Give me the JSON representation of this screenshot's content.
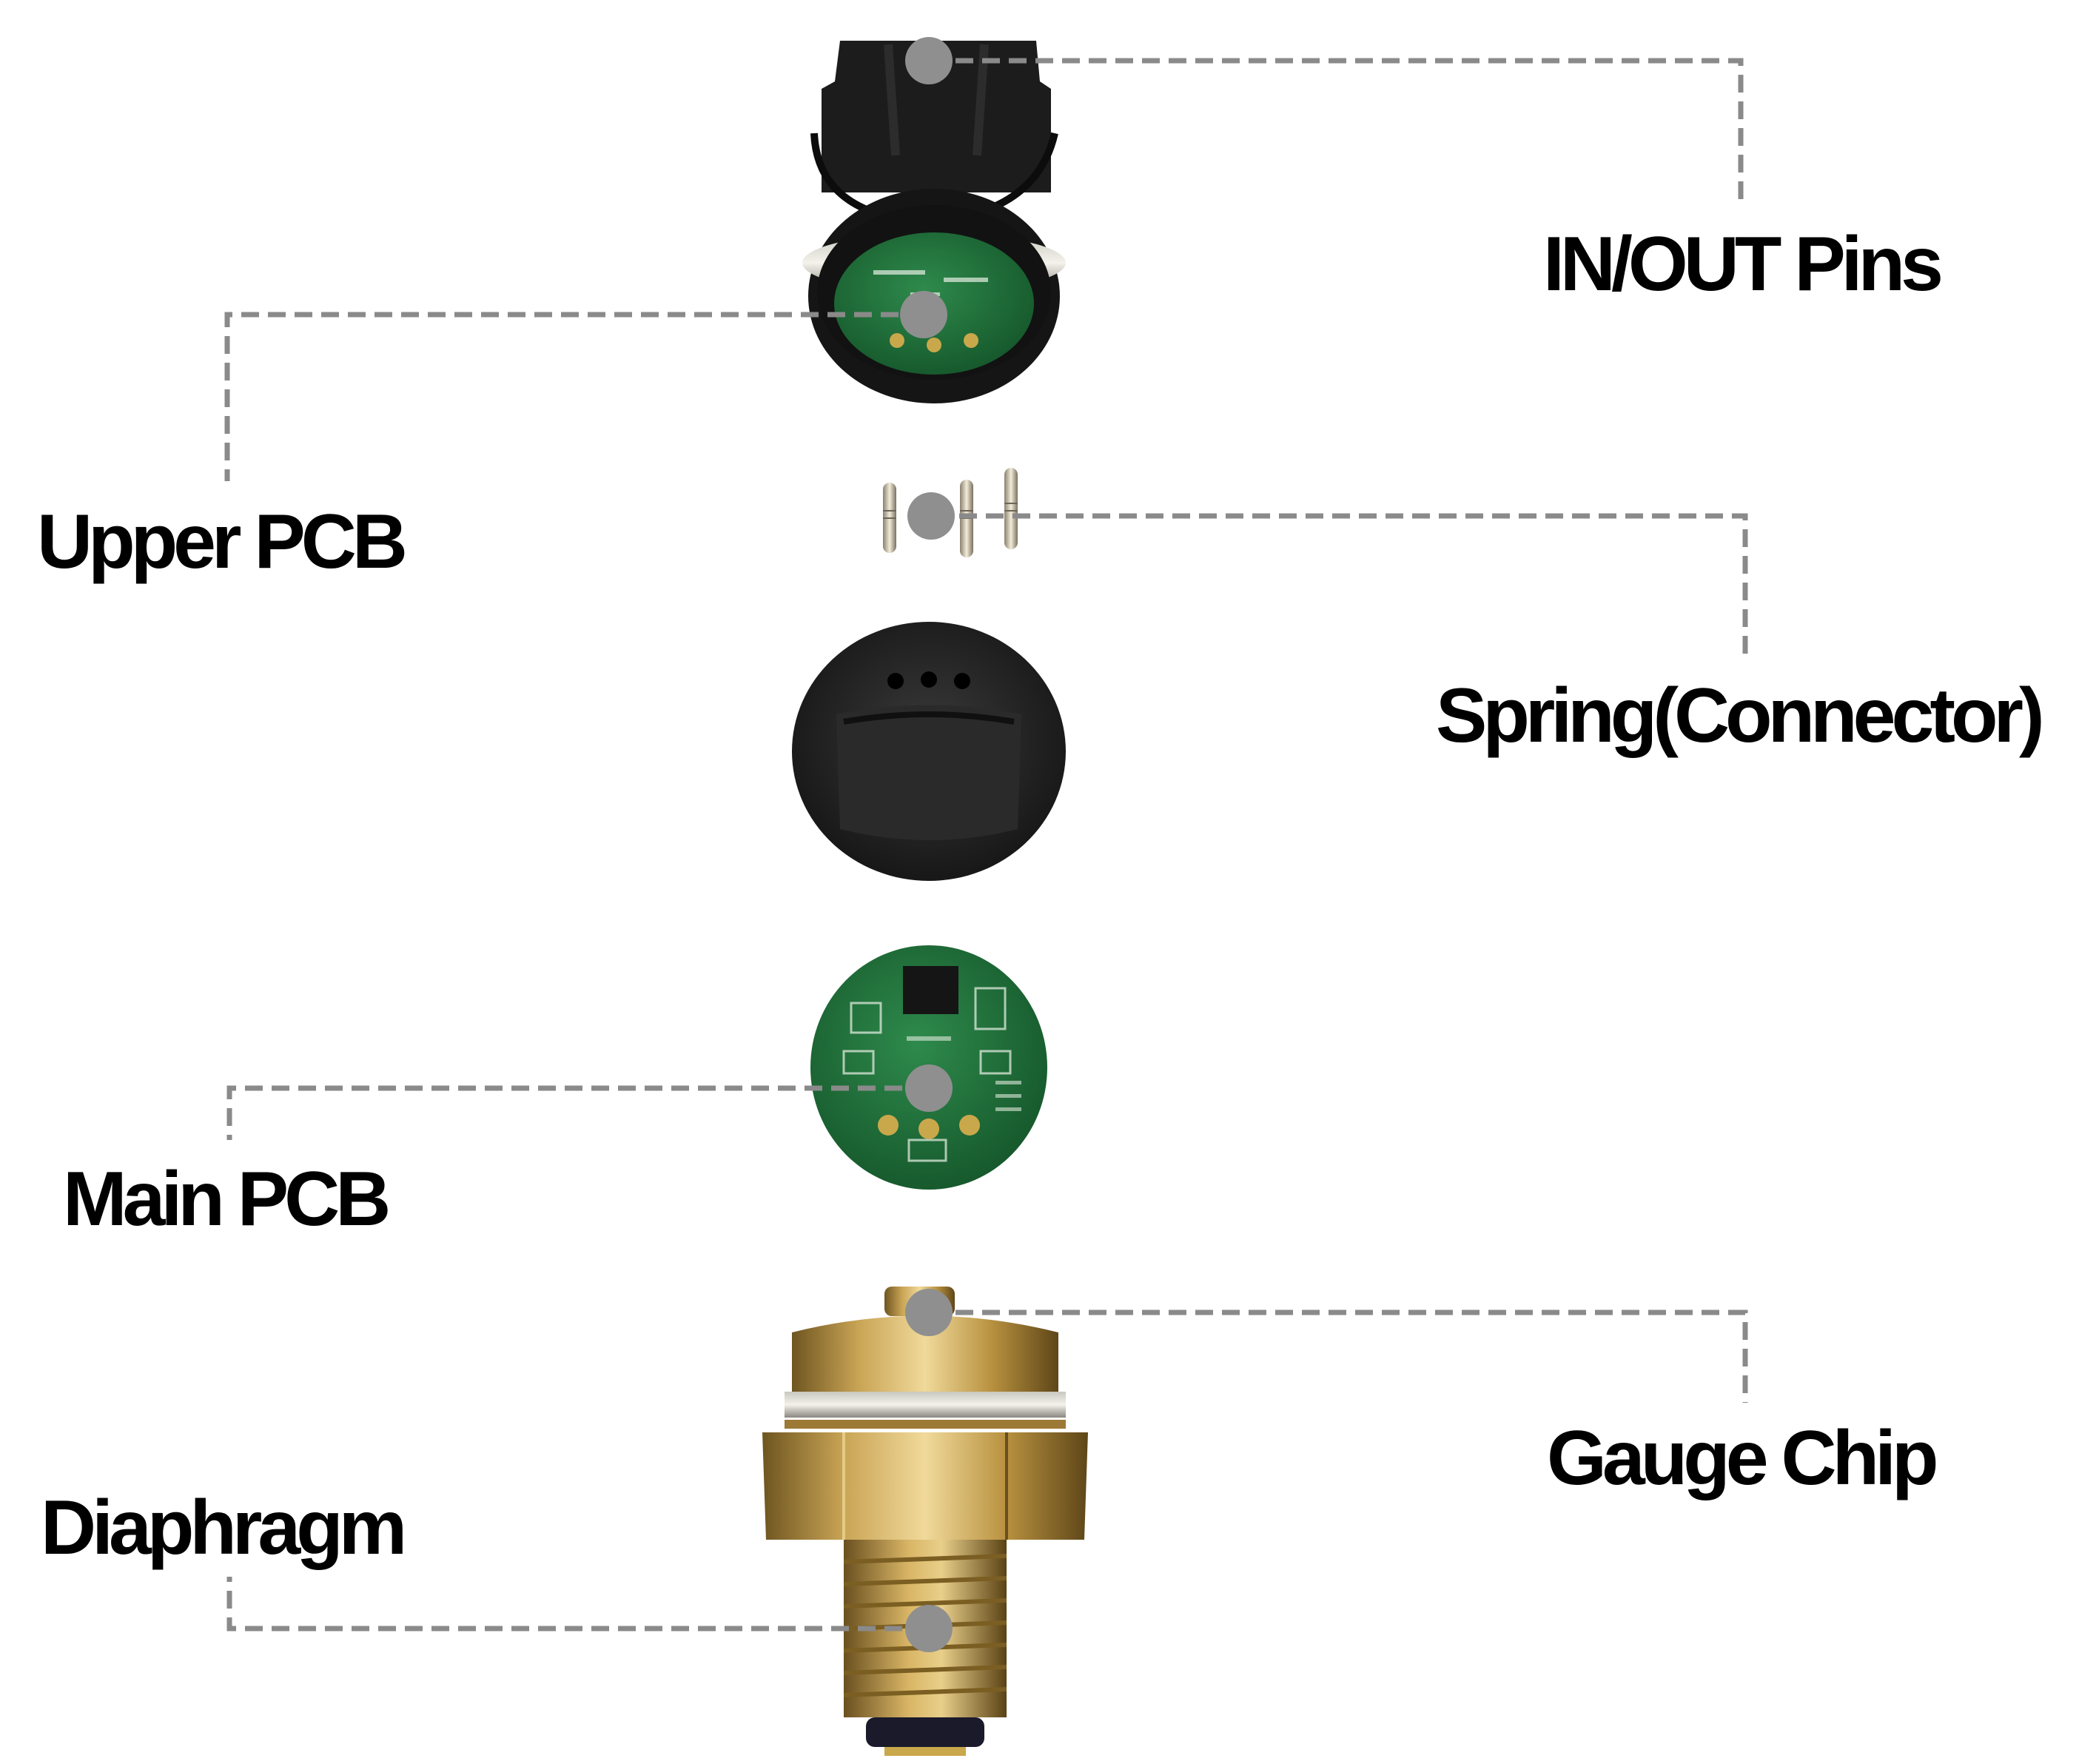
{
  "colors": {
    "leader_line": "#8a8a8a",
    "marker_dot": "#8f8f8f",
    "text": "#000000",
    "pcb_green": "#1f6b3a",
    "brass": "#b08a3a",
    "housing_black": "#1e1e1e"
  },
  "labels": {
    "in_out_pins": "IN/OUT Pins",
    "upper_pcb": "Upper PCB",
    "spring_connector": "Spring(Connector)",
    "main_pcb": "Main PCB",
    "gauge_chip": "Gauge Chip",
    "diaphragm": "Diaphragm"
  }
}
